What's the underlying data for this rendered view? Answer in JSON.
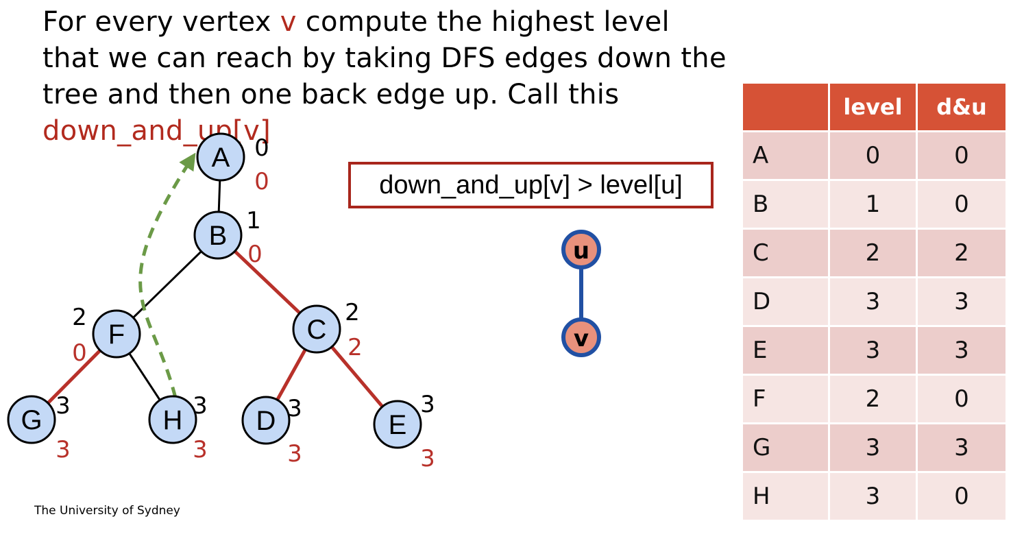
{
  "heading": {
    "part1": "For every vertex ",
    "v": "v",
    "part2": " compute the highest level that we can reach by taking DFS edges down the tree and then one back edge up. Call this ",
    "term": "down_and_up[v]"
  },
  "condition": "down_and_up[v] > level[u]",
  "footer": "The University of Sydney",
  "colors": {
    "accent_red": "#b22a1e",
    "node_fill": "#c4d9f6",
    "tree_red": "#b8312a",
    "back_edge": "#6b9a47",
    "header_fill": "#d65236",
    "mini_node_fill": "#e8917c",
    "mini_stroke": "#2150a3"
  },
  "graph": {
    "nodes": [
      {
        "id": "A",
        "level": "0",
        "du": "0"
      },
      {
        "id": "B",
        "level": "1",
        "du": "0"
      },
      {
        "id": "C",
        "level": "2",
        "du": "2"
      },
      {
        "id": "D",
        "level": "3",
        "du": "3"
      },
      {
        "id": "E",
        "level": "3",
        "du": "3"
      },
      {
        "id": "F",
        "level": "2",
        "du": "0"
      },
      {
        "id": "G",
        "level": "3",
        "du": "3"
      },
      {
        "id": "H",
        "level": "3",
        "du": "3"
      }
    ],
    "tree_edges": [
      {
        "from": "A",
        "to": "B",
        "color": "black"
      },
      {
        "from": "B",
        "to": "F",
        "color": "black"
      },
      {
        "from": "B",
        "to": "C",
        "color": "red"
      },
      {
        "from": "F",
        "to": "G",
        "color": "red"
      },
      {
        "from": "F",
        "to": "H",
        "color": "black"
      },
      {
        "from": "C",
        "to": "D",
        "color": "red"
      },
      {
        "from": "C",
        "to": "E",
        "color": "red"
      }
    ],
    "back_edges": [
      {
        "from": "H",
        "to": "A"
      }
    ]
  },
  "mini": {
    "u": "u",
    "v": "v"
  },
  "table": {
    "headers": [
      "",
      "level",
      "d&u"
    ],
    "rows": [
      [
        "A",
        "0",
        "0"
      ],
      [
        "B",
        "1",
        "0"
      ],
      [
        "C",
        "2",
        "2"
      ],
      [
        "D",
        "3",
        "3"
      ],
      [
        "E",
        "3",
        "3"
      ],
      [
        "F",
        "2",
        "0"
      ],
      [
        "G",
        "3",
        "3"
      ],
      [
        "H",
        "3",
        "0"
      ]
    ]
  }
}
